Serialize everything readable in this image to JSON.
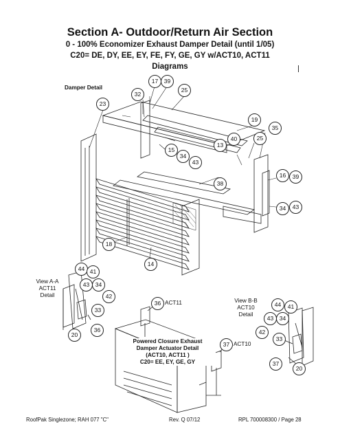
{
  "header": {
    "title": "Section A- Outdoor/Return Air Section",
    "subtitle": "0 - 100% Economizer Exhaust Damper Detail (until 1/05)",
    "models": "C20= DE, DY, EE, EY, FE, FY, GE, GY w/ACT10, ACT11",
    "caption": "Diagrams"
  },
  "labels": {
    "damper_detail": "Damper Detail",
    "view_aa": [
      "View A-A",
      "ACT11",
      "Detail"
    ],
    "view_bb": [
      "View B-B",
      "ACT10",
      "Detail"
    ],
    "act11": "ACT11",
    "act10": "ACT10",
    "powered_closure": [
      "Powered Closure Exhaust",
      "Damper Actuator  Detail",
      "(ACT10, ACT11 )",
      "C20= EE, EY, GE, GY"
    ]
  },
  "callouts": [
    "17",
    "39",
    "25",
    "32",
    "23",
    "19",
    "35",
    "40",
    "25",
    "13",
    "15",
    "34",
    "43",
    "38",
    "16",
    "39",
    "34",
    "43",
    "18",
    "14",
    "44",
    "41",
    "43",
    "34",
    "42",
    "33",
    "20",
    "36",
    "36",
    "44",
    "41",
    "43",
    "34",
    "42",
    "33",
    "37",
    "37",
    "20"
  ],
  "footer": {
    "left": "RoofPak Singlezone; RAH 077  \"C\"",
    "center": "Rev. Q  07/12",
    "right": "RPL 700008300 / Page 28"
  }
}
